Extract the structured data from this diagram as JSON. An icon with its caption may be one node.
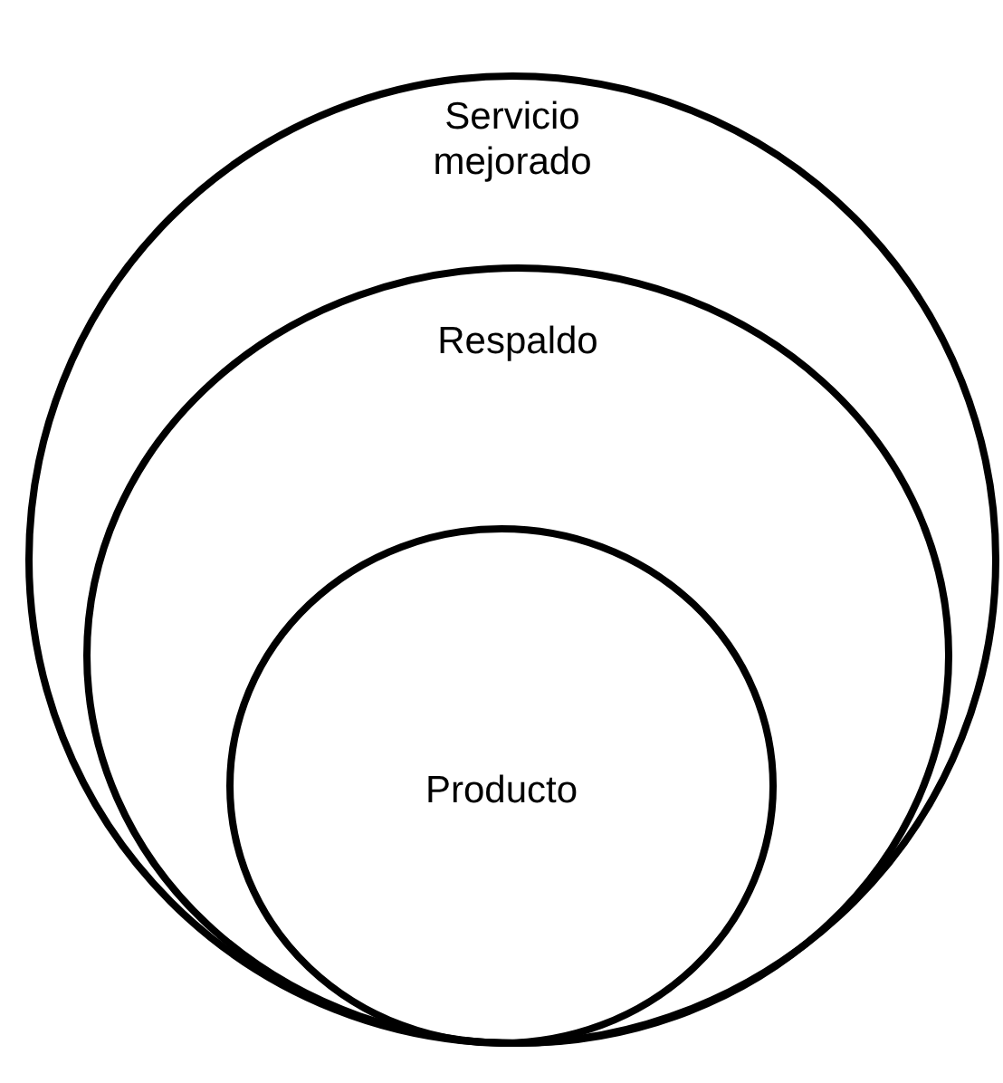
{
  "diagram": {
    "nodes": [
      {
        "text": [
          "Servicio mejorado"
        ]
      },
      {
        "text": [
          "Respaldo"
        ],
        "in": 0
      },
      {
        "text": [
          "Producto"
        ],
        "in": 1
      }
    ]
  }
}
